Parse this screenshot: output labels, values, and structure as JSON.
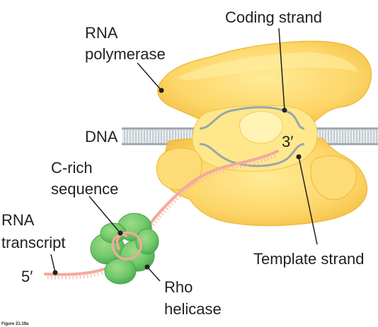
{
  "labels": {
    "coding_strand": "Coding strand",
    "rna_polymerase_line1": "RNA",
    "rna_polymerase_line2": "polymerase",
    "dna": "DNA",
    "three_prime": "3′",
    "c_rich_line1": "C-rich",
    "c_rich_line2": "sequence",
    "rna_transcript_line1": "RNA",
    "rna_transcript_line2": "transcript",
    "five_prime": "5′",
    "template_strand": "Template strand",
    "rho_line1": "Rho",
    "rho_line2": "helicase",
    "figure_caption": "Figure 21.19a"
  },
  "colors": {
    "polymerase_fill": "#fdd668",
    "polymerase_shadow": "#f3bf3c",
    "polymerase_light": "#fff0a8",
    "dna_strand": "#9aa5aa",
    "dna_rungs": "#c4ccd0",
    "rna": "#f2a99a",
    "rho_fill": "#6fc86a",
    "rho_dark": "#3f9e45",
    "rho_light": "#a3dc8e",
    "text": "#231f20"
  }
}
